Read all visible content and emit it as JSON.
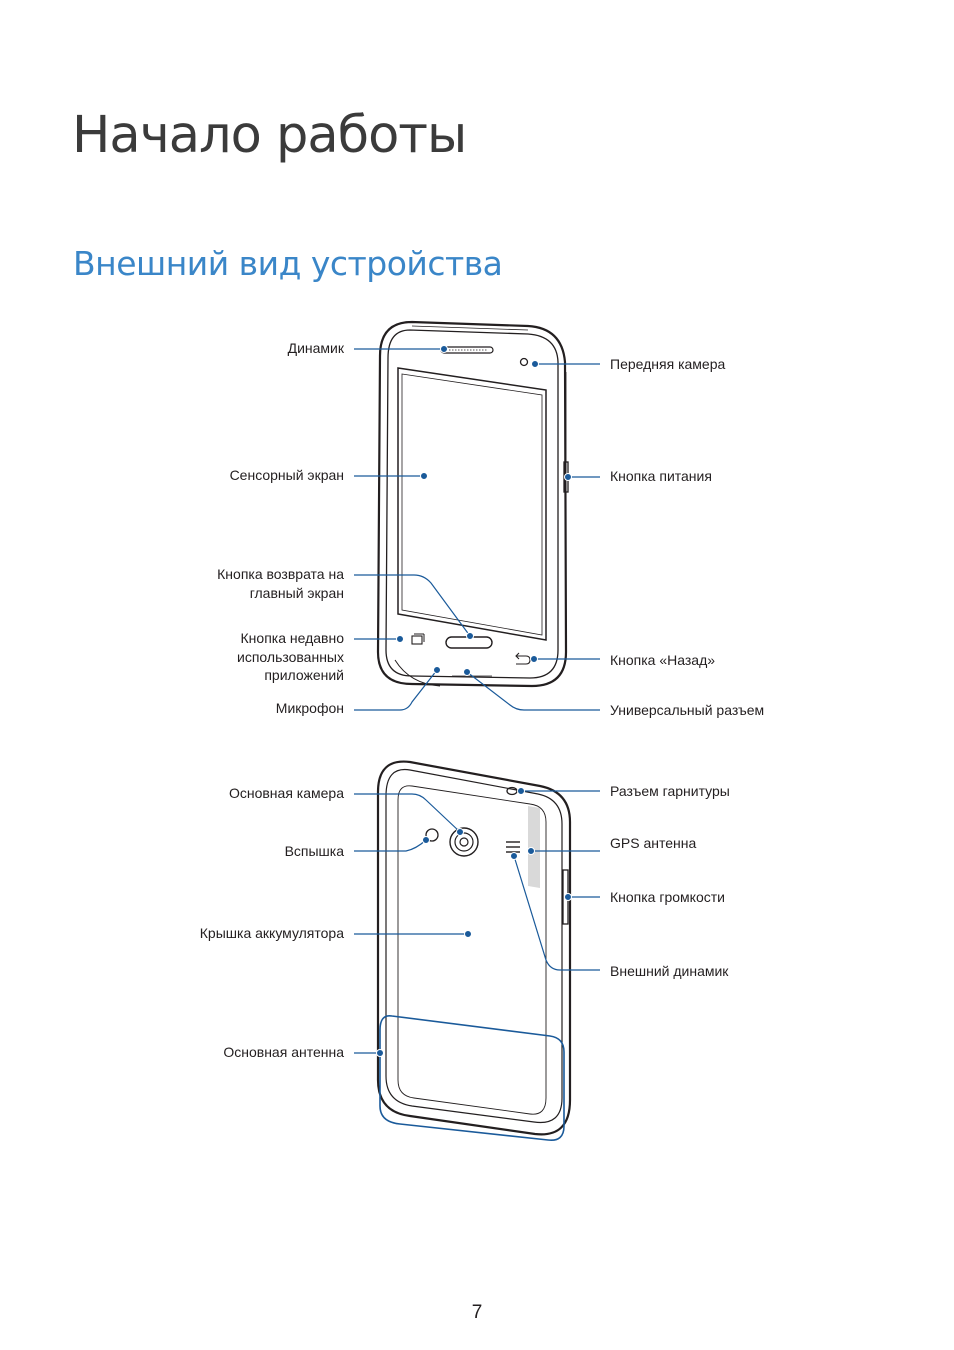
{
  "chapter": {
    "title": "Начало работы"
  },
  "section": {
    "title": "Внешний вид устройства"
  },
  "front_labels": {
    "speaker": "Динамик",
    "touchscreen": "Сенсорный экран",
    "home_button": "Кнопка возврата на\nглавный экран",
    "recent_apps_button": "Кнопка недавно\nиспользованных\nприложений",
    "microphone": "Микрофон",
    "front_camera": "Передняя камера",
    "power_button": "Кнопка питания",
    "back_button": "Кнопка «Назад»",
    "multipurpose_jack": "Универсальный разъем"
  },
  "back_labels": {
    "rear_camera": "Основная камера",
    "flash": "Вспышка",
    "battery_cover": "Крышка аккумулятора",
    "main_antenna": "Основная антенна",
    "headset_jack": "Разъем гарнитуры",
    "gps_antenna": "GPS антенна",
    "volume_button": "Кнопка громкости",
    "external_speaker": "Внешний динамик"
  },
  "colors": {
    "accent": "#3a86c8",
    "callout": "#1a5a9a",
    "outline": "#231f20"
  },
  "page": {
    "number": "7"
  }
}
